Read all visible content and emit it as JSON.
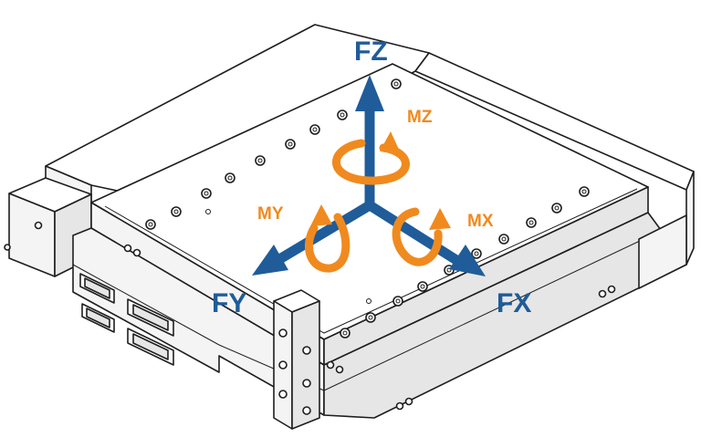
{
  "diagram": {
    "force_axes": [
      {
        "id": "fz",
        "label": "FZ"
      },
      {
        "id": "fx",
        "label": "FX"
      },
      {
        "id": "fy",
        "label": "FY"
      }
    ],
    "moment_axes": [
      {
        "id": "mz",
        "label": "MZ"
      },
      {
        "id": "mx",
        "label": "MX"
      },
      {
        "id": "my",
        "label": "MY"
      }
    ],
    "colors": {
      "force": "#1f5c99",
      "moment": "#f08a1e",
      "outline": "#1e1e1e",
      "background": "#ffffff"
    }
  }
}
